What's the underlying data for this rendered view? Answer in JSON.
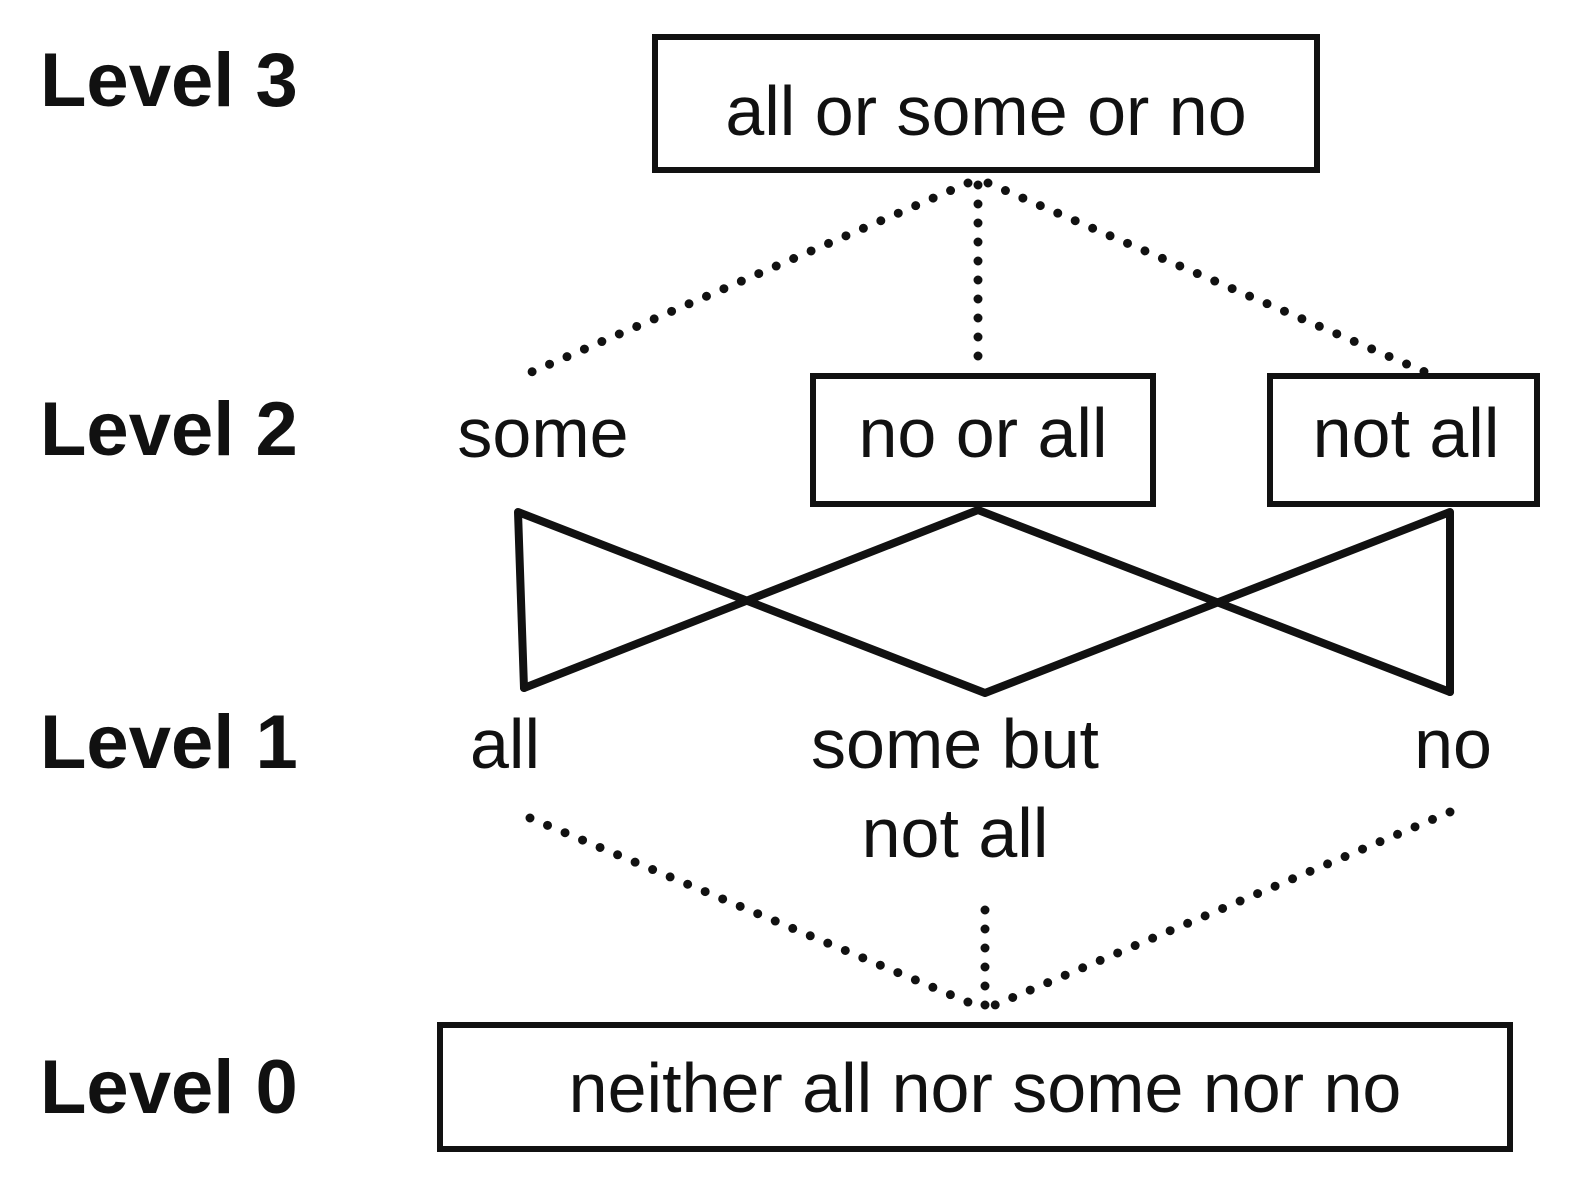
{
  "levels": {
    "level3": "Level 3",
    "level2": "Level 2",
    "level1": "Level 1",
    "level0": "Level 0"
  },
  "nodes": {
    "top": "all or some or no",
    "some": "some",
    "no_or_all": "no or all",
    "not_all": "not all",
    "all": "all",
    "some_but_line1": "some but",
    "some_but_line2": "not all",
    "no": "no",
    "bottom": "neither all nor some nor no"
  },
  "edges": {
    "solid": [
      [
        "some",
        "all"
      ],
      [
        "some",
        "some_but_not_all"
      ],
      [
        "no_or_all",
        "all"
      ],
      [
        "no_or_all",
        "no"
      ],
      [
        "not_all",
        "some_but_not_all"
      ],
      [
        "not_all",
        "no"
      ]
    ],
    "dotted": [
      [
        "top",
        "some"
      ],
      [
        "top",
        "no_or_all"
      ],
      [
        "top",
        "not_all"
      ],
      [
        "all",
        "bottom"
      ],
      [
        "some_but_not_all",
        "bottom"
      ],
      [
        "no",
        "bottom"
      ]
    ]
  }
}
